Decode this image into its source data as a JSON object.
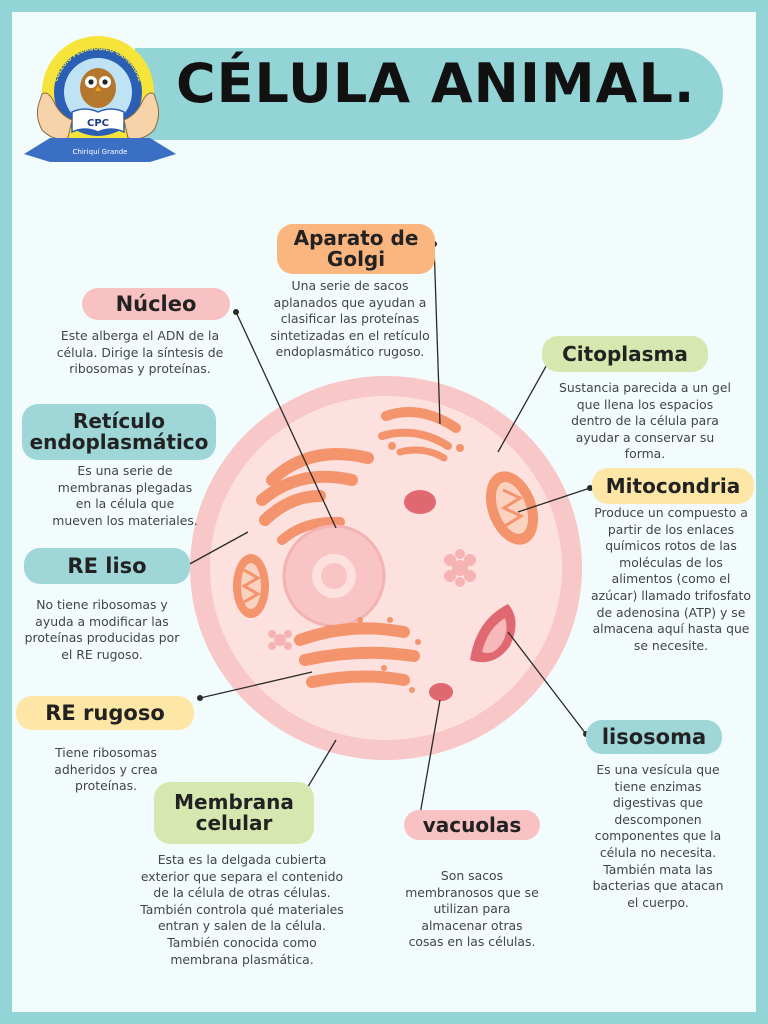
{
  "title": "CÉLULA ANIMAL.",
  "logo": {
    "arc_text": "COLEGIO PEDAGÓGICO CAMBRIDGE",
    "book_text": "CPC",
    "ribbon_text": "Chiriquí Grande"
  },
  "colors": {
    "frame": "#93d4d6",
    "background": "#f3fcfc",
    "cell_outer": "#f8c6c6",
    "cell_inner": "#fde0dd",
    "organelle": "#f3946c",
    "organelle_light": "#f9c1a7",
    "red": "#e06870",
    "pill_orange": "#fbb57e",
    "pill_pink": "#f9c2c2",
    "pill_teal": "#9fd6d8",
    "pill_green": "#d6e8af",
    "pill_yellow": "#fde6a6"
  },
  "labels": {
    "golgi": {
      "title": "Aparato de Golgi",
      "desc": "Una serie de sacos aplanados que ayudan a clasificar las proteínas sintetizadas en el retículo endoplasmático rugoso."
    },
    "nucleo": {
      "title": "Núcleo",
      "desc": "Este alberga el ADN de la célula. Dirige la síntesis de ribosomas y proteínas."
    },
    "citoplasma": {
      "title": "Citoplasma",
      "desc": "Sustancia parecida a un gel que llena los espacios dentro de la célula para ayudar a conservar su forma."
    },
    "reticulo": {
      "title": "Retículo endoplasmático",
      "desc": "Es una serie de membranas plegadas en la célula que mueven los materiales."
    },
    "mitocondria": {
      "title": "Mitocondria",
      "desc": "Produce un compuesto a partir de los enlaces químicos rotos de las moléculas de los alimentos (como el azúcar) llamado trifosfato de adenosina (ATP) y se almacena aquí hasta que se necesite."
    },
    "re_liso": {
      "title": "RE liso",
      "desc": "No tiene ribosomas y ayuda a modificar las proteínas producidas por el RE rugoso."
    },
    "re_rugoso": {
      "title": "RE rugoso",
      "desc": "Tiene ribosomas adheridos y crea proteínas."
    },
    "lisosoma": {
      "title": "lisosoma",
      "desc": "Es una vesícula que tiene enzimas digestivas que descomponen componentes que la célula no necesita. También mata las bacterias que atacan el cuerpo."
    },
    "membrana": {
      "title": "Membrana celular",
      "desc": "Esta es la delgada cubierta exterior que separa el contenido de la célula de otras células. También controla qué materiales entran y salen de la célula. También conocida como membrana plasmática."
    },
    "vacuolas": {
      "title": "vacuolas",
      "desc": "Son sacos membranosos que se utilizan para almacenar otras cosas en las células."
    }
  }
}
